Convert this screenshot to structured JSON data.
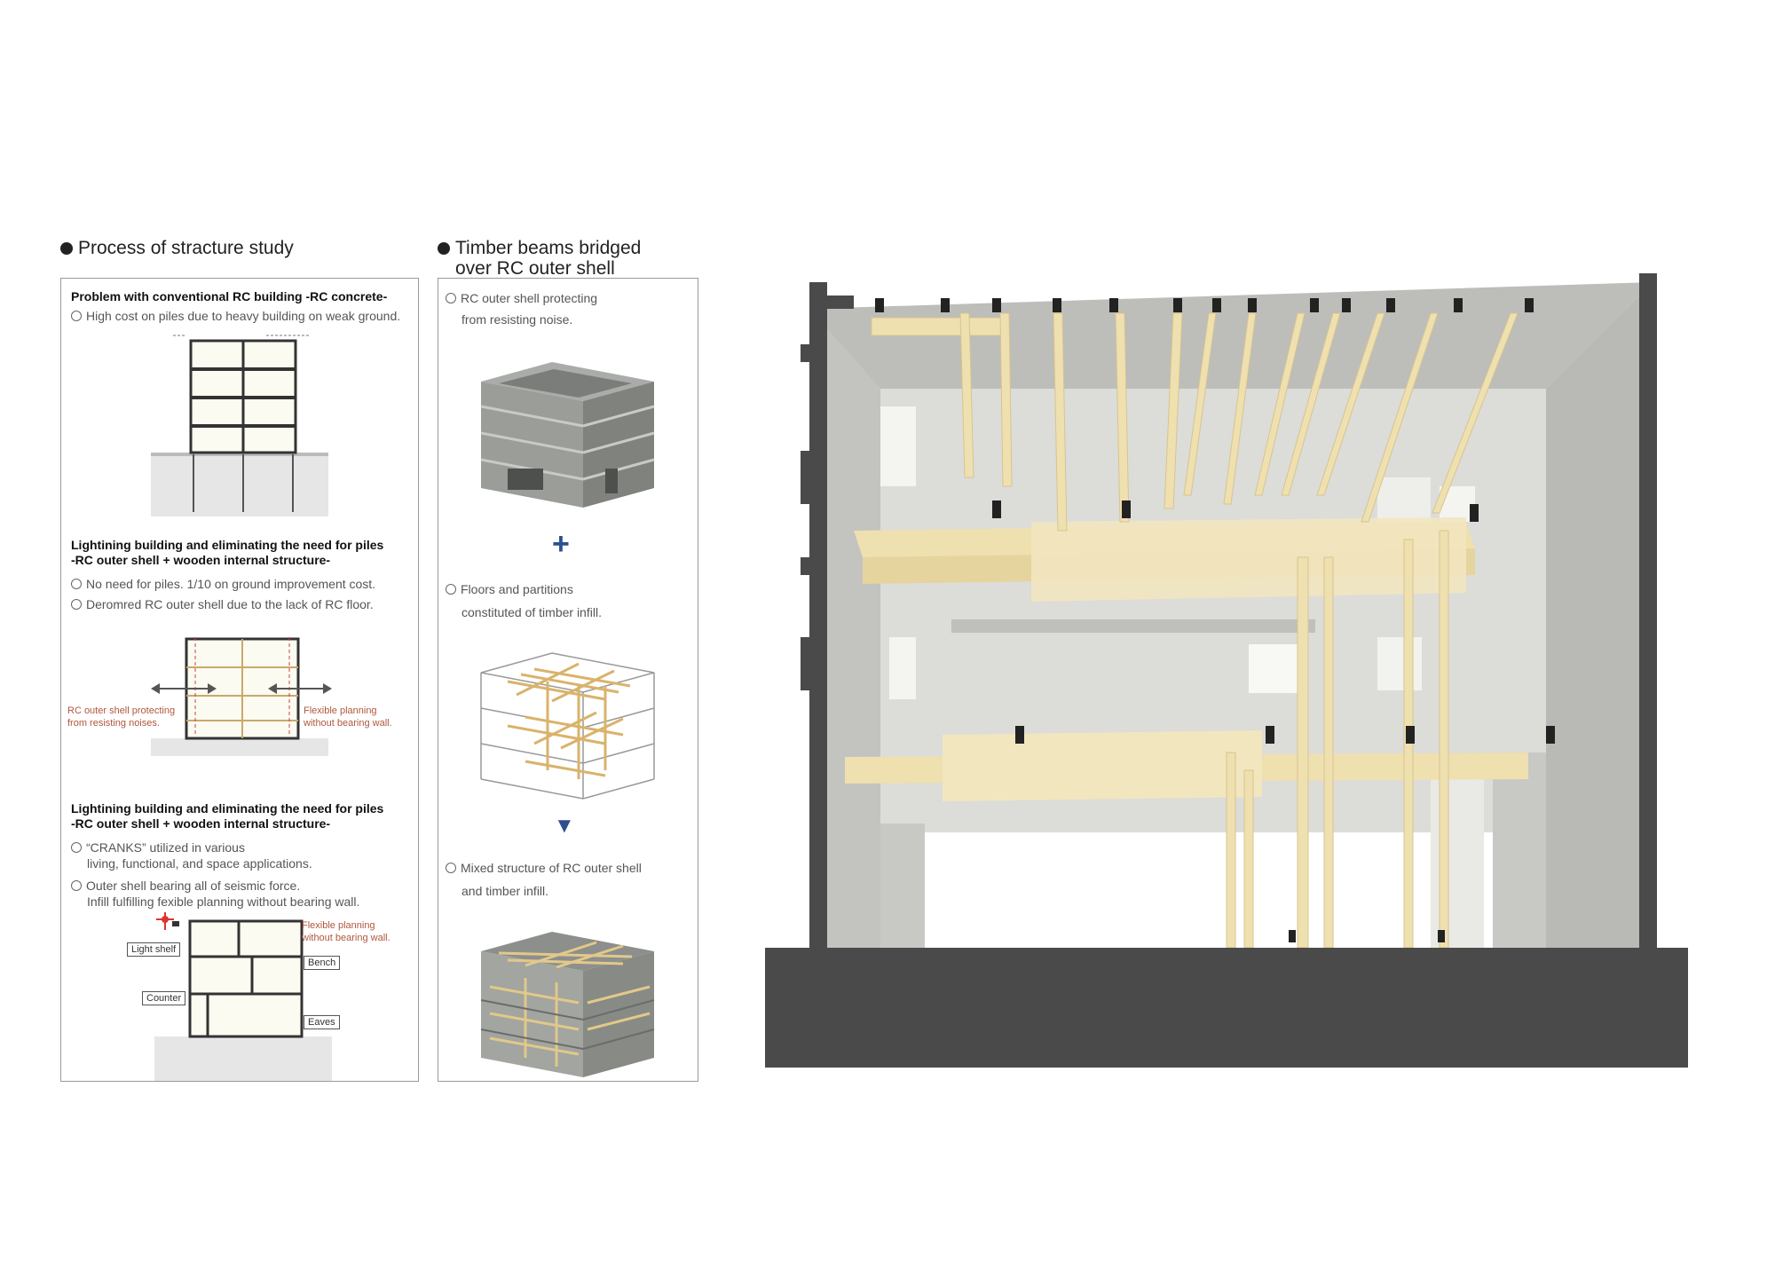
{
  "headings": {
    "process": "Process of stracture study",
    "timber_line1": "Timber beams bridged",
    "timber_line2": "over RC outer shell"
  },
  "process_panel": {
    "section1": {
      "title": "Problem with conventional RC building  -RC concrete-",
      "bullets": [
        "High cost on piles due to heavy building on weak ground."
      ]
    },
    "section2": {
      "title_line1": "Lightining building and eliminating the need for piles",
      "title_line2": "-RC outer shell + wooden internal structure-",
      "bullets": [
        "No need for piles. 1/10 on ground improvement cost.",
        "Deromred RC outer shell due to the lack of RC floor."
      ],
      "note_left_line1": "RC outer shell protecting",
      "note_left_line2": "from resisting noises.",
      "note_right_line1": "Flexible planning",
      "note_right_line2": "without bearing wall."
    },
    "section3": {
      "title_line1": "Lightining building and eliminating the need for piles",
      "title_line2": "-RC outer shell + wooden internal structure-",
      "bullet1_line1": "“CRANKS” utilized in various",
      "bullet1_line2": "living, functional, and space applications.",
      "bullet2_line1": "Outer shell bearing all of seismic force.",
      "bullet2_line2": "Infill fulfilling fexible planning without bearing wall.",
      "note_line1": "Flexible planning",
      "note_line2": "without bearing wall.",
      "tags": {
        "light_shelf": "Light shelf",
        "bench": "Bench",
        "counter": "Counter",
        "eaves": "Eaves"
      }
    }
  },
  "timber_panel": {
    "step1_line1": "RC outer shell protecting",
    "step1_line2": "from resisting noise.",
    "step2_line1": "Floors and partitions",
    "step2_line2": "constituted of timber infill.",
    "step3_line1": "Mixed structure of RC outer shell",
    "step3_line2": "and timber infill.",
    "plus_symbol": "+",
    "arrow_symbol": "▼"
  },
  "colors": {
    "concrete_dark": "#4a4a4a",
    "concrete_light": "#c9c9c6",
    "timber": "#efe0b0",
    "note": "#b0573b",
    "accent_blue": "#2d4f8e"
  }
}
